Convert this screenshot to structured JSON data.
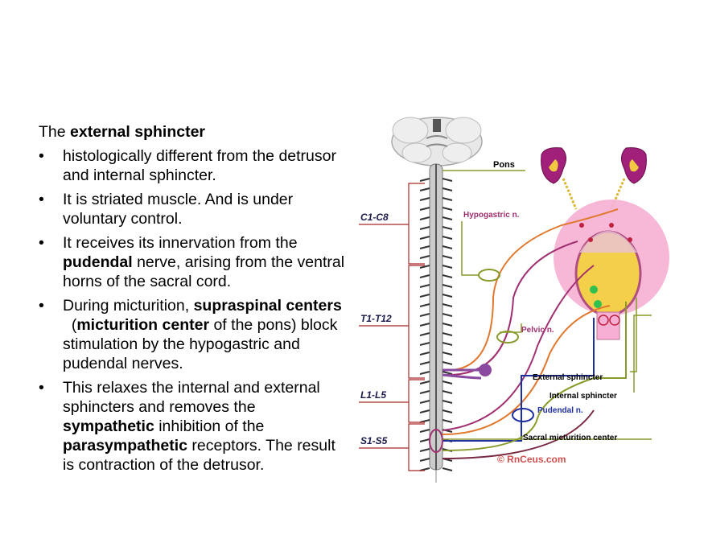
{
  "text": {
    "intro_prefix": "The ",
    "intro_bold": "external sphincter",
    "b1": "histologically different from the detrusor and internal sphincter.",
    "b2": "It is striated muscle. And is under voluntary control.",
    "b3_pre": "It receives its innervation from the ",
    "b3_bold": "pudendal",
    "b3_post": " nerve, arising from the ventral horns of the sacral cord.",
    "b4_pre": "During micturition, ",
    "b4_bold1": "supraspinal centers",
    "b4_mid": "  (",
    "b4_bold2": "micturition center",
    "b4_post": " of the pons) block stimulation by the hypogastric and pudendal nerves.",
    "b5_pre": "This relaxes the internal and external sphincters and removes the ",
    "b5_bold1": "sympathetic",
    "b5_mid": " inhibition of the ",
    "b5_bold2": "parasympathetic",
    "b5_post": " receptors. The result is contraction of the detrusor."
  },
  "diagram": {
    "labels": {
      "pons": "Pons",
      "c1c8": "C1-C8",
      "t1t12": "T1-T12",
      "l1l5": "L1-L5",
      "s1s5": "S1-S5",
      "hypogastric": "Hypogastric n.",
      "pelvic": "Pelvic n.",
      "external": "External sphincter",
      "internal": "Internal sphincter",
      "pudendal": "Pudendal n.",
      "sacral": "Sacral micturition center",
      "copyright": "© RnCeus.com"
    },
    "colors": {
      "segment_label": "#1a1a4a",
      "hypogastric": "#a03070",
      "pelvic": "#a03070",
      "pointer_line": "#8a9a2a",
      "copyright": "#d05050",
      "bladder": "#f6b0d4",
      "urine": "#f4d04a",
      "kidney": "#a0207a",
      "pudendal_nerve": "#1e2fa0",
      "cord_bracket": "#a82828"
    }
  }
}
